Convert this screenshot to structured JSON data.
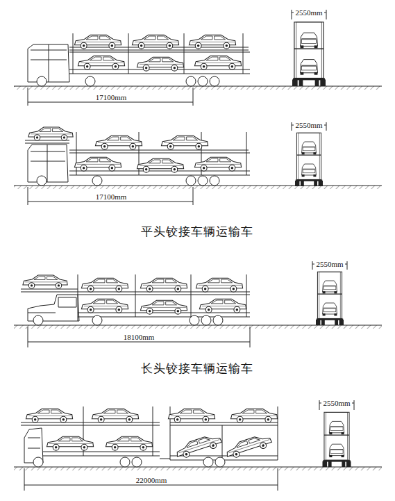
{
  "diagram": {
    "labels": [
      "2550mm",
      "17100mm",
      "2550mm",
      "17100mm",
      "平头铰接车辆运输车",
      "2550mm",
      "18100mm",
      "长头铰接车辆运输车",
      "2550mm",
      "22000mm"
    ]
  }
}
